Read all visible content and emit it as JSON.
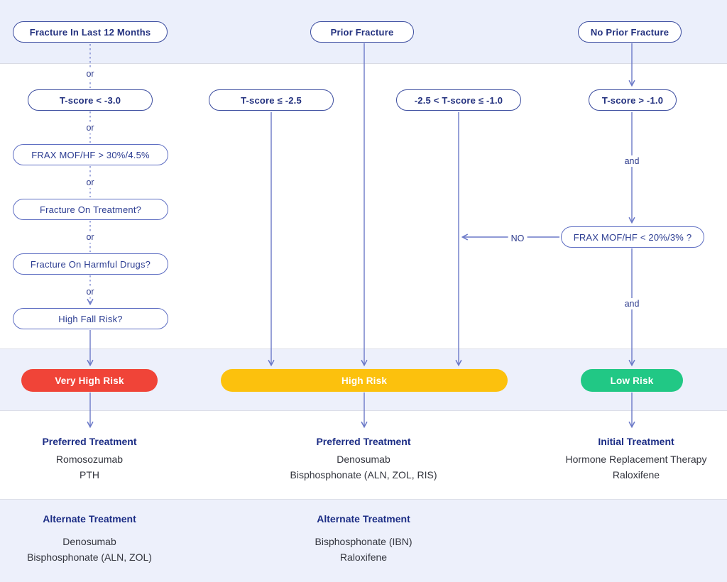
{
  "top_pills": {
    "fracture12": "Fracture In Last 12 Months",
    "prior": "Prior Fracture",
    "no_prior": "No Prior Fracture"
  },
  "conditions": {
    "tscore_lt_3": "T-score < -3.0",
    "frax_30": "FRAX MOF/HF > 30%/4.5%",
    "fracture_on_treatment": "Fracture On Treatment?",
    "fracture_on_harmful_drugs": "Fracture On Harmful Drugs?",
    "high_fall_risk": "High Fall Risk?",
    "tscore_le_25": "T-score ≤ -2.5",
    "tscore_between": "-2.5 < T-score ≤ -1.0",
    "tscore_gt_1": "T-score > -1.0",
    "frax_20": "FRAX MOF/HF < 20%/3% ?"
  },
  "connectors": {
    "or": "or",
    "and": "and",
    "no": "NO"
  },
  "risk": {
    "very_high": {
      "label": "Very High Risk",
      "color": "#f04438"
    },
    "high": {
      "label": "High Risk",
      "color": "#fcc10d"
    },
    "low": {
      "label": "Low Risk",
      "color": "#21c885"
    }
  },
  "treatments": {
    "preferred_left": {
      "header": "Preferred Treatment",
      "items": [
        "Romosozumab",
        "PTH"
      ]
    },
    "preferred_mid": {
      "header": "Preferred Treatment",
      "items": [
        "Denosumab",
        "Bisphosphonate (ALN, ZOL, RIS)"
      ]
    },
    "initial_right": {
      "header": "Initial Treatment",
      "items": [
        "Hormone Replacement Therapy",
        "Raloxifene"
      ]
    },
    "alternate_left": {
      "header": "Alternate Treatment",
      "items": [
        "Denosumab",
        "Bisphosphonate (ALN, ZOL)"
      ]
    },
    "alternate_mid": {
      "header": "Alternate Treatment",
      "items": [
        "Bisphosphonate (IBN)",
        "Raloxifene"
      ]
    }
  },
  "colors": {
    "line": "#6b79c8",
    "navy": "#22307e",
    "band": "#ebeffb"
  }
}
